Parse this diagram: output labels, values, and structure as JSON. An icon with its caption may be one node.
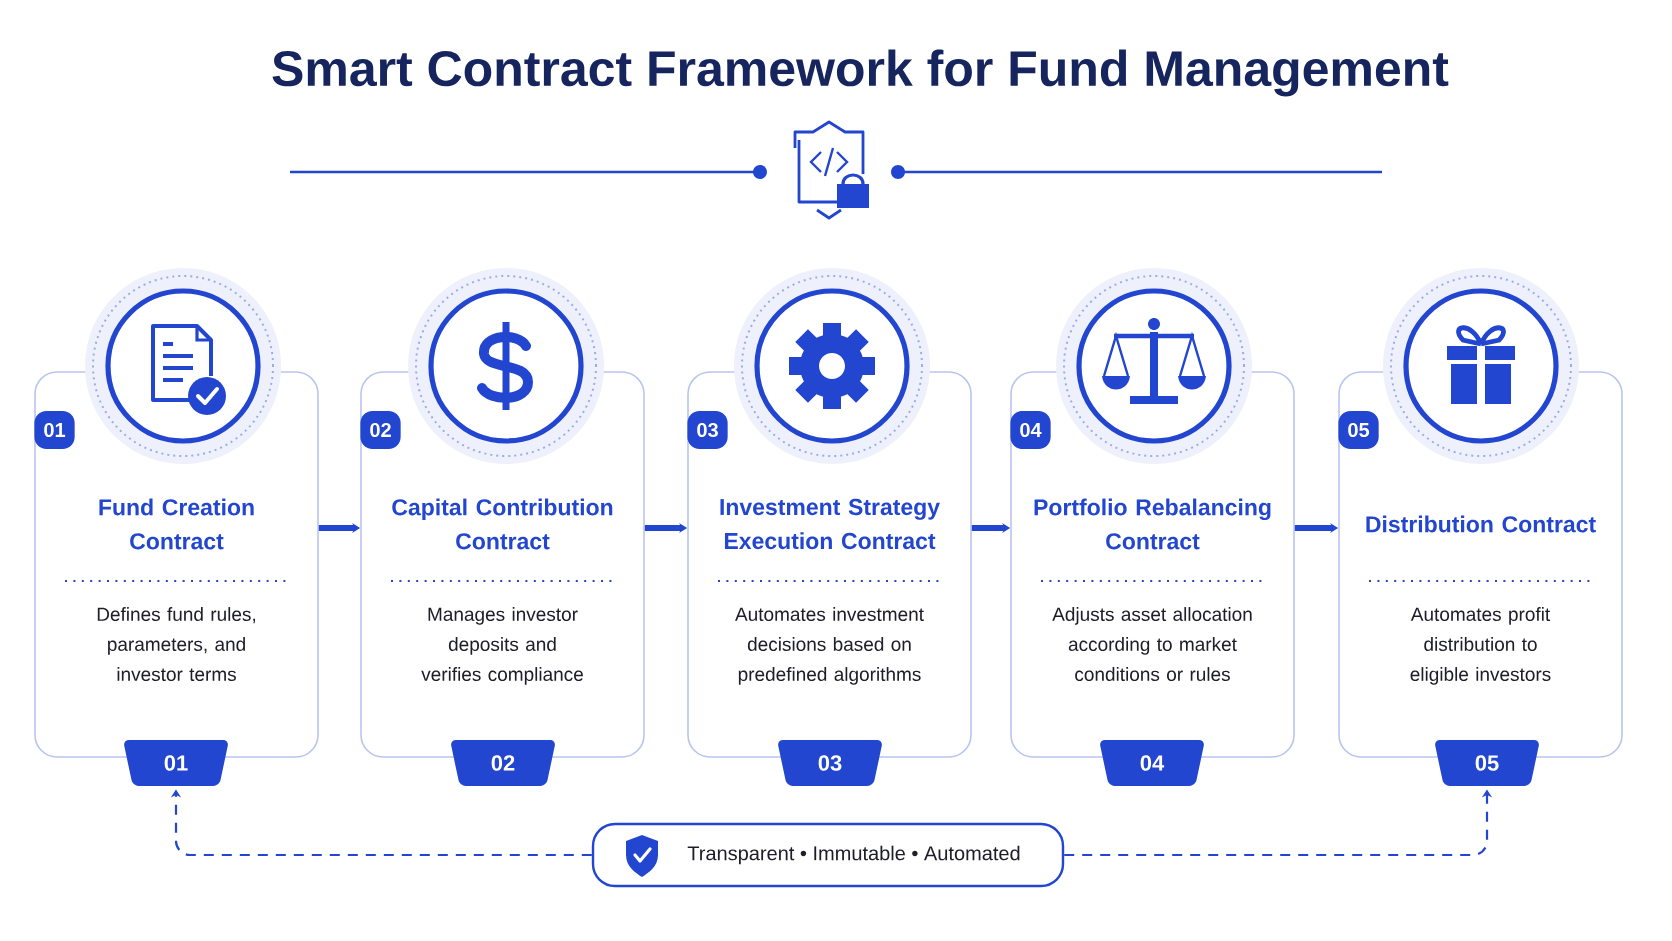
{
  "diagram": {
    "title": "Smart Contract Framework for Fund Management",
    "nodes": [
      {
        "text": [
          "01",
          "Fund Creation Contract",
          "Defines fund rules, parameters, and investor terms"
        ]
      },
      {
        "text": [
          "02",
          "Capital Contribution Contract",
          "Manages investor deposits and verifies compliance"
        ]
      },
      {
        "text": [
          "03",
          "Investment Strategy Execution Contract",
          "Automates investment decisions based on predefined algorithms"
        ]
      },
      {
        "text": [
          "04",
          "Portfolio Rebalancing Contract",
          "Adjusts asset allocation according to market conditions or rules"
        ]
      },
      {
        "text": [
          "05",
          "Distribution Contract",
          "Automates profit distribution to eligible investors"
        ]
      },
      {
        "text": [
          "01"
        ]
      },
      {
        "text": [
          "02"
        ]
      },
      {
        "text": [
          "03"
        ]
      },
      {
        "text": [
          "04"
        ]
      },
      {
        "text": [
          "05"
        ]
      },
      {
        "text": [
          "Transparent • Immutable • Automated"
        ]
      }
    ],
    "edges": [
      {
        "from": 0,
        "to": 1,
        "arrow": "to"
      },
      {
        "from": 1,
        "to": 2,
        "arrow": "to"
      },
      {
        "from": 2,
        "to": 3,
        "arrow": "to"
      },
      {
        "from": 3,
        "to": 4,
        "arrow": "to"
      },
      {
        "from": 10,
        "to": 5,
        "arrow": "to",
        "style": "dashed"
      },
      {
        "from": 10,
        "to": 9,
        "arrow": "to",
        "style": "dashed"
      }
    ]
  }
}
